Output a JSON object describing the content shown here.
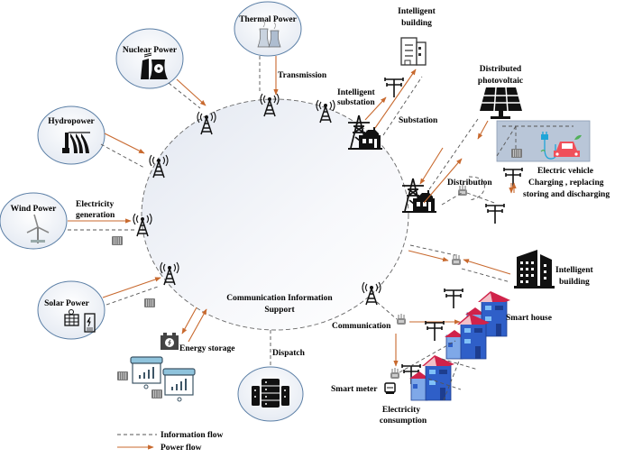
{
  "diagram": {
    "central_label": [
      "Communication Information",
      "Support"
    ],
    "colors": {
      "power_flow": "#c8692e",
      "information_flow": "#555555",
      "node_border": "#5b7fa6",
      "house_roof": "#d0234a",
      "house_wall": "#2f5fc8",
      "ev_panel": "#b9c6d8",
      "ev_car": "#f0505a",
      "ev_plug": "#1fa5d8"
    },
    "generation_nodes": [
      {
        "id": "thermal",
        "label": "Thermal Power",
        "icon": "cooling-tower-icon"
      },
      {
        "id": "nuclear",
        "label": "Nuclear Power",
        "icon": "nuclear-plant-icon"
      },
      {
        "id": "hydro",
        "label": "Hydropower",
        "icon": "dam-icon"
      },
      {
        "id": "wind",
        "label": "Wind Power",
        "icon": "wind-turbine-icon"
      },
      {
        "id": "solar",
        "label": "Solar Power",
        "icon": "solar-battery-icon"
      }
    ],
    "labels": {
      "transmission": "Transmission",
      "electricity_generation": [
        "Electricity",
        "generation"
      ],
      "intelligent_building_top": [
        "Intelligent",
        "building"
      ],
      "intelligent_substation": [
        "Intelligent",
        "substation"
      ],
      "substation": "Substation",
      "distributed_pv": [
        "Distributed",
        "photovoltaic"
      ],
      "electric_vehicle": [
        "Electric vehicle",
        "Charging , replacing",
        "storing and discharging"
      ],
      "distribution": "Distribution",
      "intelligent_building_right": [
        "Intelligent",
        "building"
      ],
      "communication": "Communication",
      "smart_house": "Smart house",
      "smart_meter": "Smart meter",
      "electricity_consumption": [
        "Electricity",
        "consumption"
      ],
      "energy_storage": "Energy storage",
      "dispatch": "Dispatch"
    },
    "legend": [
      {
        "type": "information",
        "label": "Information flow"
      },
      {
        "type": "power",
        "label": "Power flow"
      }
    ]
  }
}
